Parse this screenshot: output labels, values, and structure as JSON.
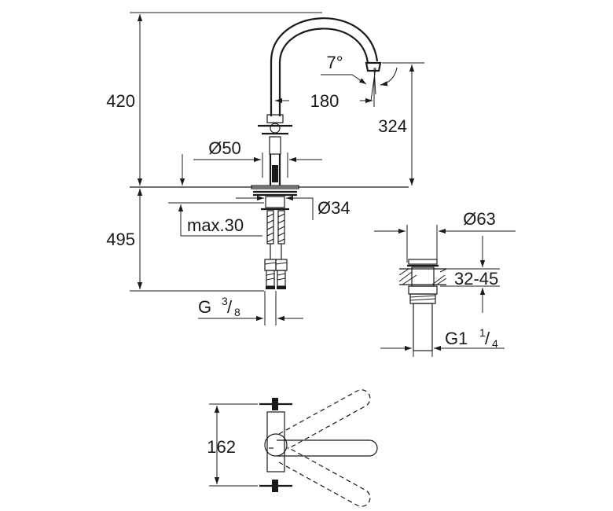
{
  "dimensions": {
    "height_above_deck": "420",
    "height_below_deck": "495",
    "spout_reach": "180",
    "spout_height": "324",
    "spout_angle": "7°",
    "body_diameter": "Ø50",
    "base_diameter": "Ø34",
    "max_deck": "max.30",
    "thread_main": "G",
    "thread_num": "3",
    "thread_den": "8",
    "drain_diameter": "Ø63",
    "drain_range": "32-45",
    "drain_thread_main": "G1",
    "drain_thread_num": "1",
    "drain_thread_den": "4",
    "top_view_width": "162"
  }
}
